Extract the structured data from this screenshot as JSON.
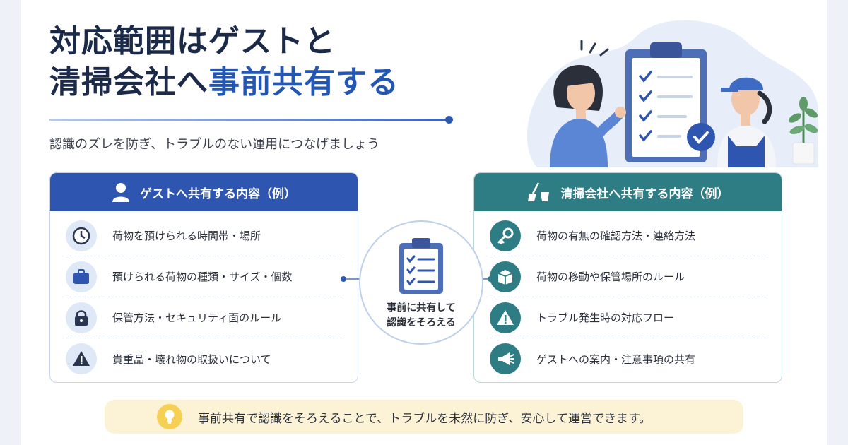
{
  "header": {
    "title_line1": "対応範囲はゲストと",
    "title_line2_plain": "清掃会社へ",
    "title_line2_highlight": "事前共有する",
    "subtitle": "認識のズレを防ぎ、トラブルのない運用につなげましょう"
  },
  "colors": {
    "guest_accent": "#2e55b0",
    "cleaning_accent": "#2f7d84",
    "banner_bg": "#fcf3d6"
  },
  "guest_panel": {
    "title": "ゲストへ共有する内容（例）",
    "header_icon": "person-icon",
    "items": [
      {
        "icon": "clock-icon",
        "label": "荷物を預けられる時間帯・場所"
      },
      {
        "icon": "suitcase-icon",
        "label": "預けられる荷物の種類・サイズ・個数"
      },
      {
        "icon": "lock-icon",
        "label": "保管方法・セキュリティ面のルール"
      },
      {
        "icon": "warning-icon",
        "label": "貴重品・壊れ物の取扱いについて"
      }
    ]
  },
  "cleaning_panel": {
    "title": "清掃会社へ共有する内容（例）",
    "header_icon": "broom-bucket-icon",
    "items": [
      {
        "icon": "key-icon",
        "label": "荷物の有無の確認方法・連絡方法"
      },
      {
        "icon": "box-icon",
        "label": "荷物の移動や保管場所のルール"
      },
      {
        "icon": "warning-icon",
        "label": "トラブル発生時の対応フロー"
      },
      {
        "icon": "megaphone-icon",
        "label": "ゲストへの案内・注意事項の共有"
      }
    ]
  },
  "center": {
    "icon": "clipboard-checklist-icon",
    "line1": "事前に共有して",
    "line2": "認識をそろえる"
  },
  "banner": {
    "icon": "lightbulb-icon",
    "text": "事前共有で認識をそろえることで、トラブルを未然に防ぎ、安心して運営できます。"
  }
}
